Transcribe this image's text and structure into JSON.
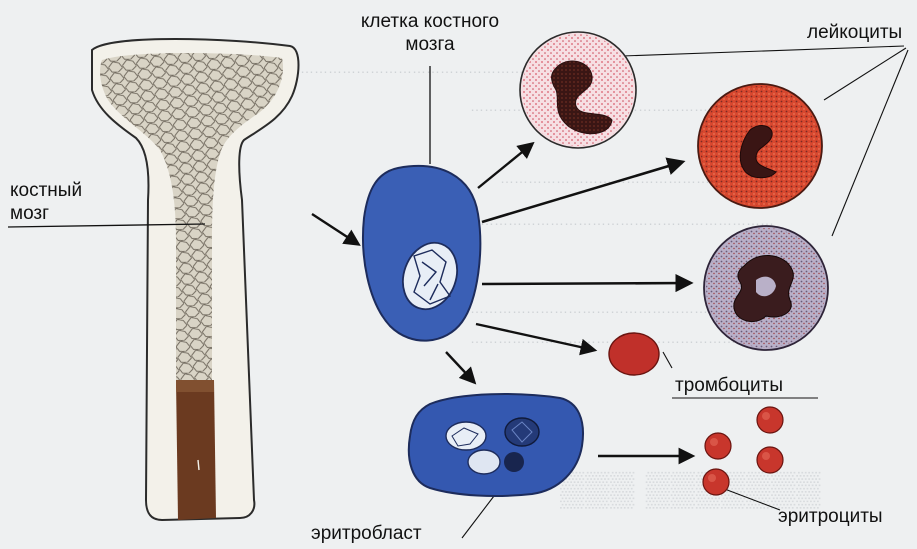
{
  "labels": {
    "bone_marrow": [
      "костный",
      "мозг"
    ],
    "marrow_cell": [
      "клетка костного",
      "мозга"
    ],
    "leukocytes": "лейкоциты",
    "platelets": "тромбоциты",
    "erythrocytes": "эритроциты",
    "erythroblast": "эритробласт"
  },
  "colors": {
    "bone": "#f1efe8",
    "bone_outline": "#2b2b2b",
    "marrow_mesh": "#7a7468",
    "marrow_shaft": "#6b3a20",
    "stem_cell": "#3a5fb5",
    "nucleus": "#e8eef6",
    "leukocyte_pale": "#f6dfe3",
    "leukocyte_red": "#d8482f",
    "leukocyte_lilac": "#b9b0c8",
    "nucleus_dark": "#3a1514",
    "platelet": "#c0302a",
    "erythrocyte": "#c8362c",
    "erythroblast": "#3458b0",
    "arrow": "#111111"
  }
}
